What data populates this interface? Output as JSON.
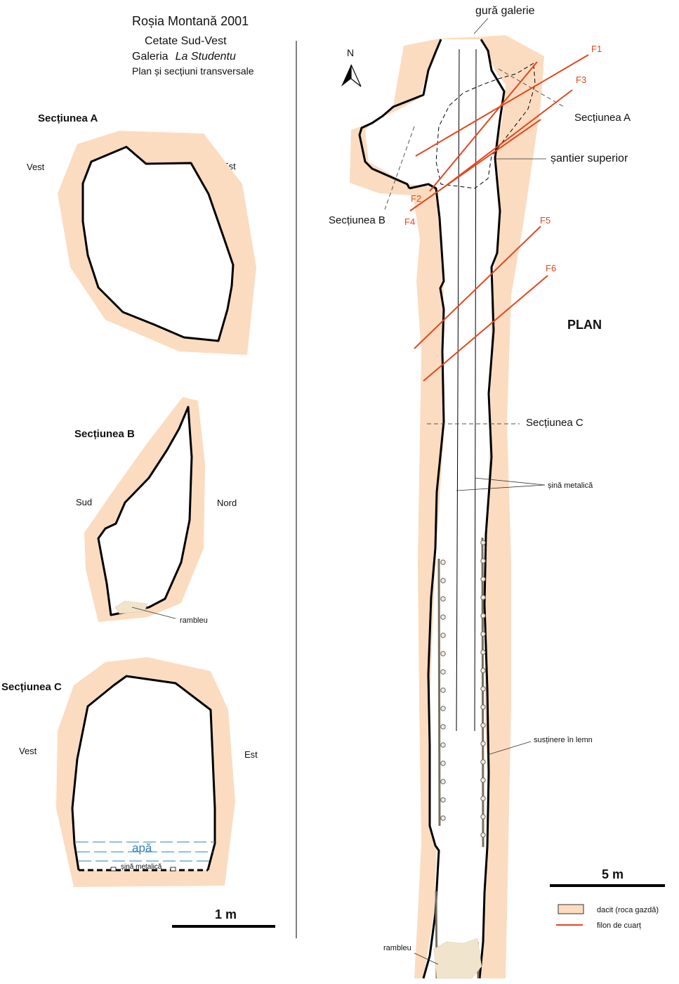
{
  "title": {
    "line1": "Roșia Montană 2001",
    "line2": "Cetate Sud-Vest",
    "line3_prefix": "Galeria",
    "line3_italic": "La Studentu",
    "line4": "Plan și secțiuni transversale"
  },
  "sections": {
    "a": {
      "title": "Secțiunea A",
      "west": "Vest",
      "east": "Est"
    },
    "b": {
      "title": "Secțiunea B",
      "south": "Sud",
      "north": "Nord",
      "fill_label": "rambleu"
    },
    "c": {
      "title": "Secțiunea C",
      "west": "Vest",
      "east": "Est",
      "water": "apă",
      "rail": "șină metalică"
    }
  },
  "scale_sections": "1 m",
  "plan": {
    "title": "PLAN",
    "north": "N",
    "mouth": "gură galerie",
    "sec_a": "Secțiunea A",
    "sec_b": "Secțiunea B",
    "sec_c": "Secțiunea C",
    "upper_work": "șantier superior",
    "rail": "șină metalică",
    "timber": "susținere în lemn",
    "fill": "rambleu",
    "veins": [
      "F1",
      "F2",
      "F3",
      "F4",
      "F5",
      "F6"
    ],
    "scale": "5 m"
  },
  "legend": {
    "rock": "dacit (roca gazdă)",
    "vein": "filon de cuarț"
  },
  "colors": {
    "rock": "#fbdcc0",
    "vein": "#e2471f",
    "water": "#2f7fb5"
  }
}
